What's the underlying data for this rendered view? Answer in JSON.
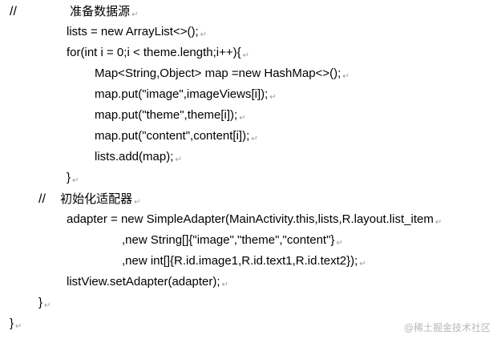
{
  "code_lines": [
    {
      "prefix": "//",
      "text": "准备数据源"
    },
    {
      "text": "lists = new ArrayList<>();"
    },
    {
      "text": "for(int i = 0;i < theme.length;i++){"
    },
    {
      "text": "Map<String,Object> map =new HashMap<>();"
    },
    {
      "text": "map.put(\"image\",imageViews[i]);"
    },
    {
      "text": "map.put(\"theme\",theme[i]);"
    },
    {
      "text": "map.put(\"content\",content[i]);"
    },
    {
      "text": "lists.add(map);"
    },
    {
      "text": "}"
    },
    {
      "prefix": "//",
      "text": "初始化适配器"
    },
    {
      "text": "adapter = new SimpleAdapter(MainActivity.this,lists,R.layout.list_item"
    },
    {
      "text": ",new String[]{\"image\",\"theme\",\"content\"}"
    },
    {
      "text": ",new int[]{R.id.image1,R.id.text1,R.id.text2});"
    },
    {
      "text": "listView.setAdapter(adapter);"
    },
    {
      "text": "}"
    },
    {
      "text": "}"
    }
  ],
  "paragraph_mark": "↵",
  "watermark": "@稀土掘金技术社区"
}
